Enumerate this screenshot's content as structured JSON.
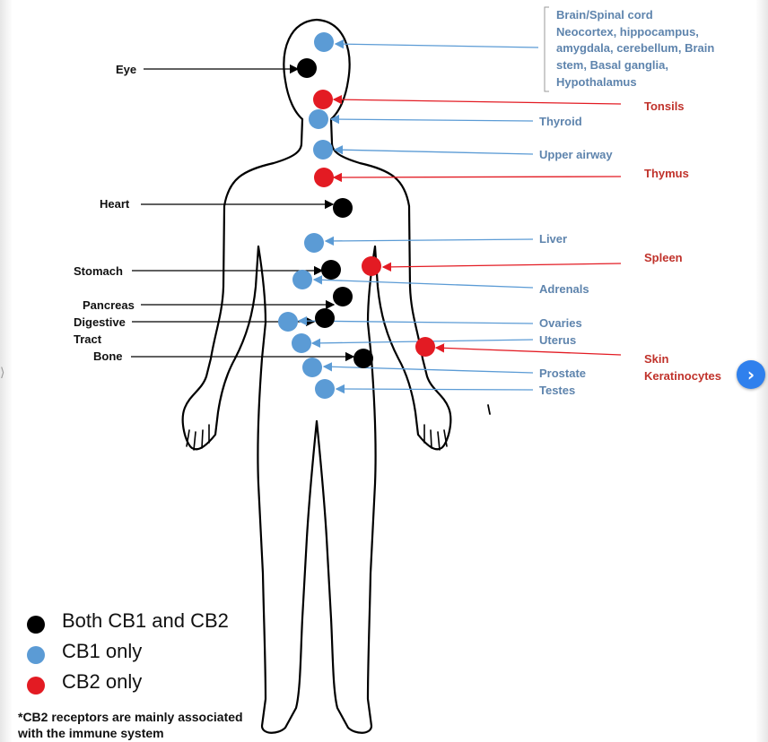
{
  "colors": {
    "both": "#000000",
    "cb1": "#5b9bd5",
    "cb2": "#e31b23",
    "leftText": "#111111",
    "cb1Text": "#5e84ad",
    "cb2Text": "#c0322b"
  },
  "left_labels": [
    "Eye",
    "Heart",
    "Stomach",
    "Pancreas",
    "Digestive",
    "Tract",
    "Bone"
  ],
  "right_cb1_labels": [
    "Brain/Spinal cord",
    "Neocortex, hippocampus,",
    "amygdala,  cerebellum, Brain",
    "stem, Basal ganglia,",
    "Hypothalamus",
    "Thyroid",
    "Upper airway",
    "Liver",
    "Adrenals",
    "Ovaries",
    "Uterus",
    "Prostate",
    "Testes"
  ],
  "right_cb2_labels": [
    "Tonsils",
    "Thymus",
    "Spleen",
    "Skin",
    "Keratinocytes"
  ],
  "legend": [
    {
      "label": "Both CB1 and CB2",
      "type": "both"
    },
    {
      "label": "CB1 only",
      "type": "cb1"
    },
    {
      "label": "CB2 only",
      "type": "cb2"
    }
  ],
  "footnote_lines": [
    "*CB2 receptors are mainly associated",
    "with the immune system"
  ],
  "markers": [
    {
      "organ": "Brain/Spinal cord",
      "type": "cb1"
    },
    {
      "organ": "Eye",
      "type": "both"
    },
    {
      "organ": "Tonsils",
      "type": "cb2"
    },
    {
      "organ": "Thyroid",
      "type": "cb1"
    },
    {
      "organ": "Upper airway",
      "type": "cb1"
    },
    {
      "organ": "Thymus",
      "type": "cb2"
    },
    {
      "organ": "Heart",
      "type": "both"
    },
    {
      "organ": "Liver",
      "type": "cb1"
    },
    {
      "organ": "Stomach",
      "type": "both"
    },
    {
      "organ": "Spleen",
      "type": "cb2"
    },
    {
      "organ": "Adrenals",
      "type": "cb1"
    },
    {
      "organ": "Pancreas",
      "type": "both"
    },
    {
      "organ": "Digestive Tract",
      "type": "both"
    },
    {
      "organ": "Ovaries",
      "type": "cb1"
    },
    {
      "organ": "Uterus",
      "type": "cb1"
    },
    {
      "organ": "Skin Keratinocytes",
      "type": "cb2"
    },
    {
      "organ": "Bone",
      "type": "both"
    },
    {
      "organ": "Prostate",
      "type": "cb1"
    },
    {
      "organ": "Testes",
      "type": "cb1"
    }
  ],
  "nav": {
    "next_icon": "chevron-right-icon",
    "prev_icon": "chevron-left-icon",
    "next_glyph": "›",
    "prev_glyph": "⟩"
  }
}
